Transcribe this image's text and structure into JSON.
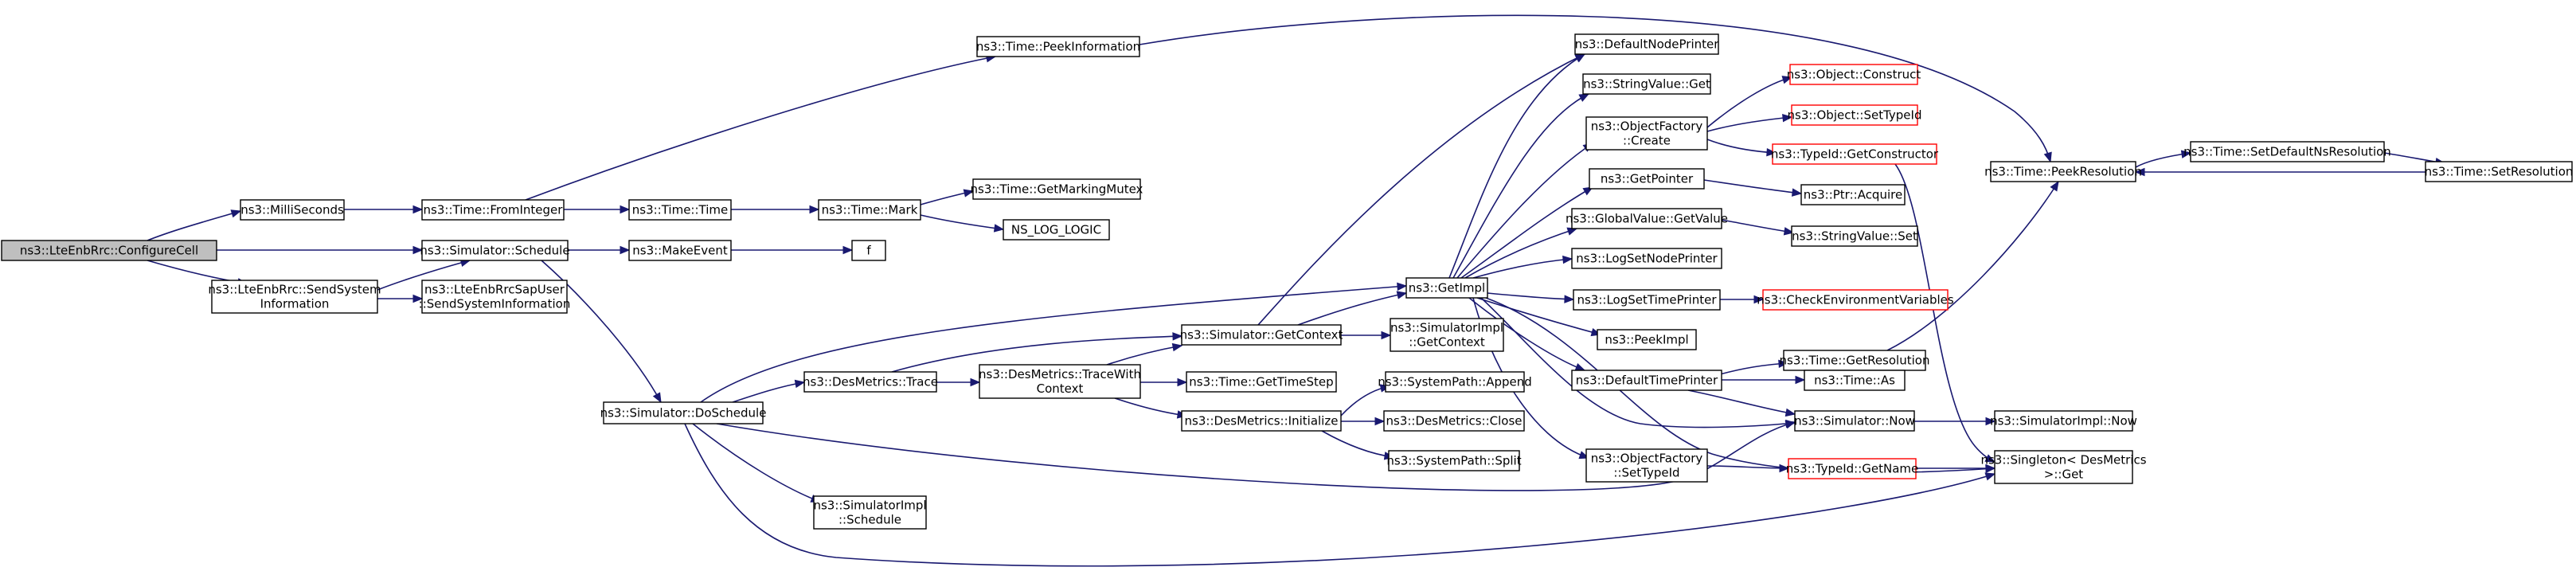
{
  "colors": {
    "edge": "#191970",
    "root_fill": "#bfbfbf",
    "node_border": "#000000",
    "undocumented_border": "#ff0000"
  },
  "nodes": {
    "root": {
      "lines": [
        "ns3::LteEnbRrc::ConfigureCell"
      ]
    },
    "milliseconds": {
      "lines": [
        "ns3::MilliSeconds"
      ]
    },
    "sendsysinfo": {
      "lines": [
        "ns3::LteEnbRrc::SendSystem",
        "Information"
      ]
    },
    "fromint": {
      "lines": [
        "ns3::Time::FromInteger"
      ]
    },
    "schedule": {
      "lines": [
        "ns3::Simulator::Schedule"
      ]
    },
    "sapuser": {
      "lines": [
        "ns3::LteEnbRrcSapUser",
        "::SendSystemInformation"
      ]
    },
    "peekinfo": {
      "lines": [
        "ns3::Time::PeekInformation"
      ]
    },
    "timetime": {
      "lines": [
        "ns3::Time::Time"
      ]
    },
    "makeevent": {
      "lines": [
        "ns3::MakeEvent"
      ]
    },
    "f": {
      "lines": [
        "f"
      ]
    },
    "doschedule": {
      "lines": [
        "ns3::Simulator::DoSchedule"
      ]
    },
    "timemark": {
      "lines": [
        "ns3::Time::Mark"
      ]
    },
    "getmarkingmutex": {
      "lines": [
        "ns3::Time::GetMarkingMutex"
      ]
    },
    "nsloglogic": {
      "lines": [
        "NS_LOG_LOGIC"
      ]
    },
    "desmetricstrace": {
      "lines": [
        "ns3::DesMetrics::Trace"
      ]
    },
    "tracewithctx": {
      "lines": [
        "ns3::DesMetrics::TraceWith",
        "Context"
      ]
    },
    "simimplschedule": {
      "lines": [
        "ns3::SimulatorImpl",
        "::Schedule"
      ]
    },
    "getcontext": {
      "lines": [
        "ns3::Simulator::GetContext"
      ]
    },
    "gettimestep": {
      "lines": [
        "ns3::Time::GetTimeStep"
      ]
    },
    "desinit": {
      "lines": [
        "ns3::DesMetrics::Initialize"
      ]
    },
    "simimplgetctx": {
      "lines": [
        "ns3::SimulatorImpl",
        "::GetContext"
      ]
    },
    "getimpl": {
      "lines": [
        "ns3::GetImpl"
      ]
    },
    "pathappend": {
      "lines": [
        "ns3::SystemPath::Append"
      ]
    },
    "desclose": {
      "lines": [
        "ns3::DesMetrics::Close"
      ]
    },
    "pathsplit": {
      "lines": [
        "ns3::SystemPath::Split"
      ]
    },
    "defnodeprinter": {
      "lines": [
        "ns3::DefaultNodePrinter"
      ]
    },
    "stringvalget": {
      "lines": [
        "ns3::StringValue::Get"
      ]
    },
    "objfactcreate": {
      "lines": [
        "ns3::ObjectFactory",
        "::Create"
      ]
    },
    "getpointer": {
      "lines": [
        "ns3::GetPointer"
      ]
    },
    "globalvalget": {
      "lines": [
        "ns3::GlobalValue::GetValue"
      ]
    },
    "logsetnode": {
      "lines": [
        "ns3::LogSetNodePrinter"
      ]
    },
    "logsettime": {
      "lines": [
        "ns3::LogSetTimePrinter"
      ]
    },
    "peekimpl": {
      "lines": [
        "ns3::PeekImpl"
      ]
    },
    "deftimeprinter": {
      "lines": [
        "ns3::DefaultTimePrinter"
      ]
    },
    "objfactsettid": {
      "lines": [
        "ns3::ObjectFactory",
        "::SetTypeId"
      ]
    },
    "objconstruct": {
      "lines": [
        "ns3::Object::Construct"
      ]
    },
    "objsettypeid": {
      "lines": [
        "ns3::Object::SetTypeId"
      ]
    },
    "tidgetctor": {
      "lines": [
        "ns3::TypeId::GetConstructor"
      ]
    },
    "ptracquire": {
      "lines": [
        "ns3::Ptr::Acquire"
      ]
    },
    "stringvalset": {
      "lines": [
        "ns3::StringValue::Set"
      ]
    },
    "checkenv": {
      "lines": [
        "ns3::CheckEnvironmentVariables"
      ]
    },
    "getresolution": {
      "lines": [
        "ns3::Time::GetResolution"
      ]
    },
    "timeas": {
      "lines": [
        "ns3::Time::As"
      ]
    },
    "simnow": {
      "lines": [
        "ns3::Simulator::Now"
      ]
    },
    "tidgetname": {
      "lines": [
        "ns3::TypeId::GetName"
      ]
    },
    "peekres": {
      "lines": [
        "ns3::Time::PeekResolution"
      ]
    },
    "simimplnow": {
      "lines": [
        "ns3::SimulatorImpl::Now"
      ]
    },
    "singletonget": {
      "lines": [
        "ns3::Singleton< DesMetrics",
        " >::Get"
      ]
    },
    "setdefaultnsres": {
      "lines": [
        "ns3::Time::SetDefaultNsResolution"
      ]
    },
    "setresolution": {
      "lines": [
        "ns3::Time::SetResolution"
      ]
    }
  }
}
